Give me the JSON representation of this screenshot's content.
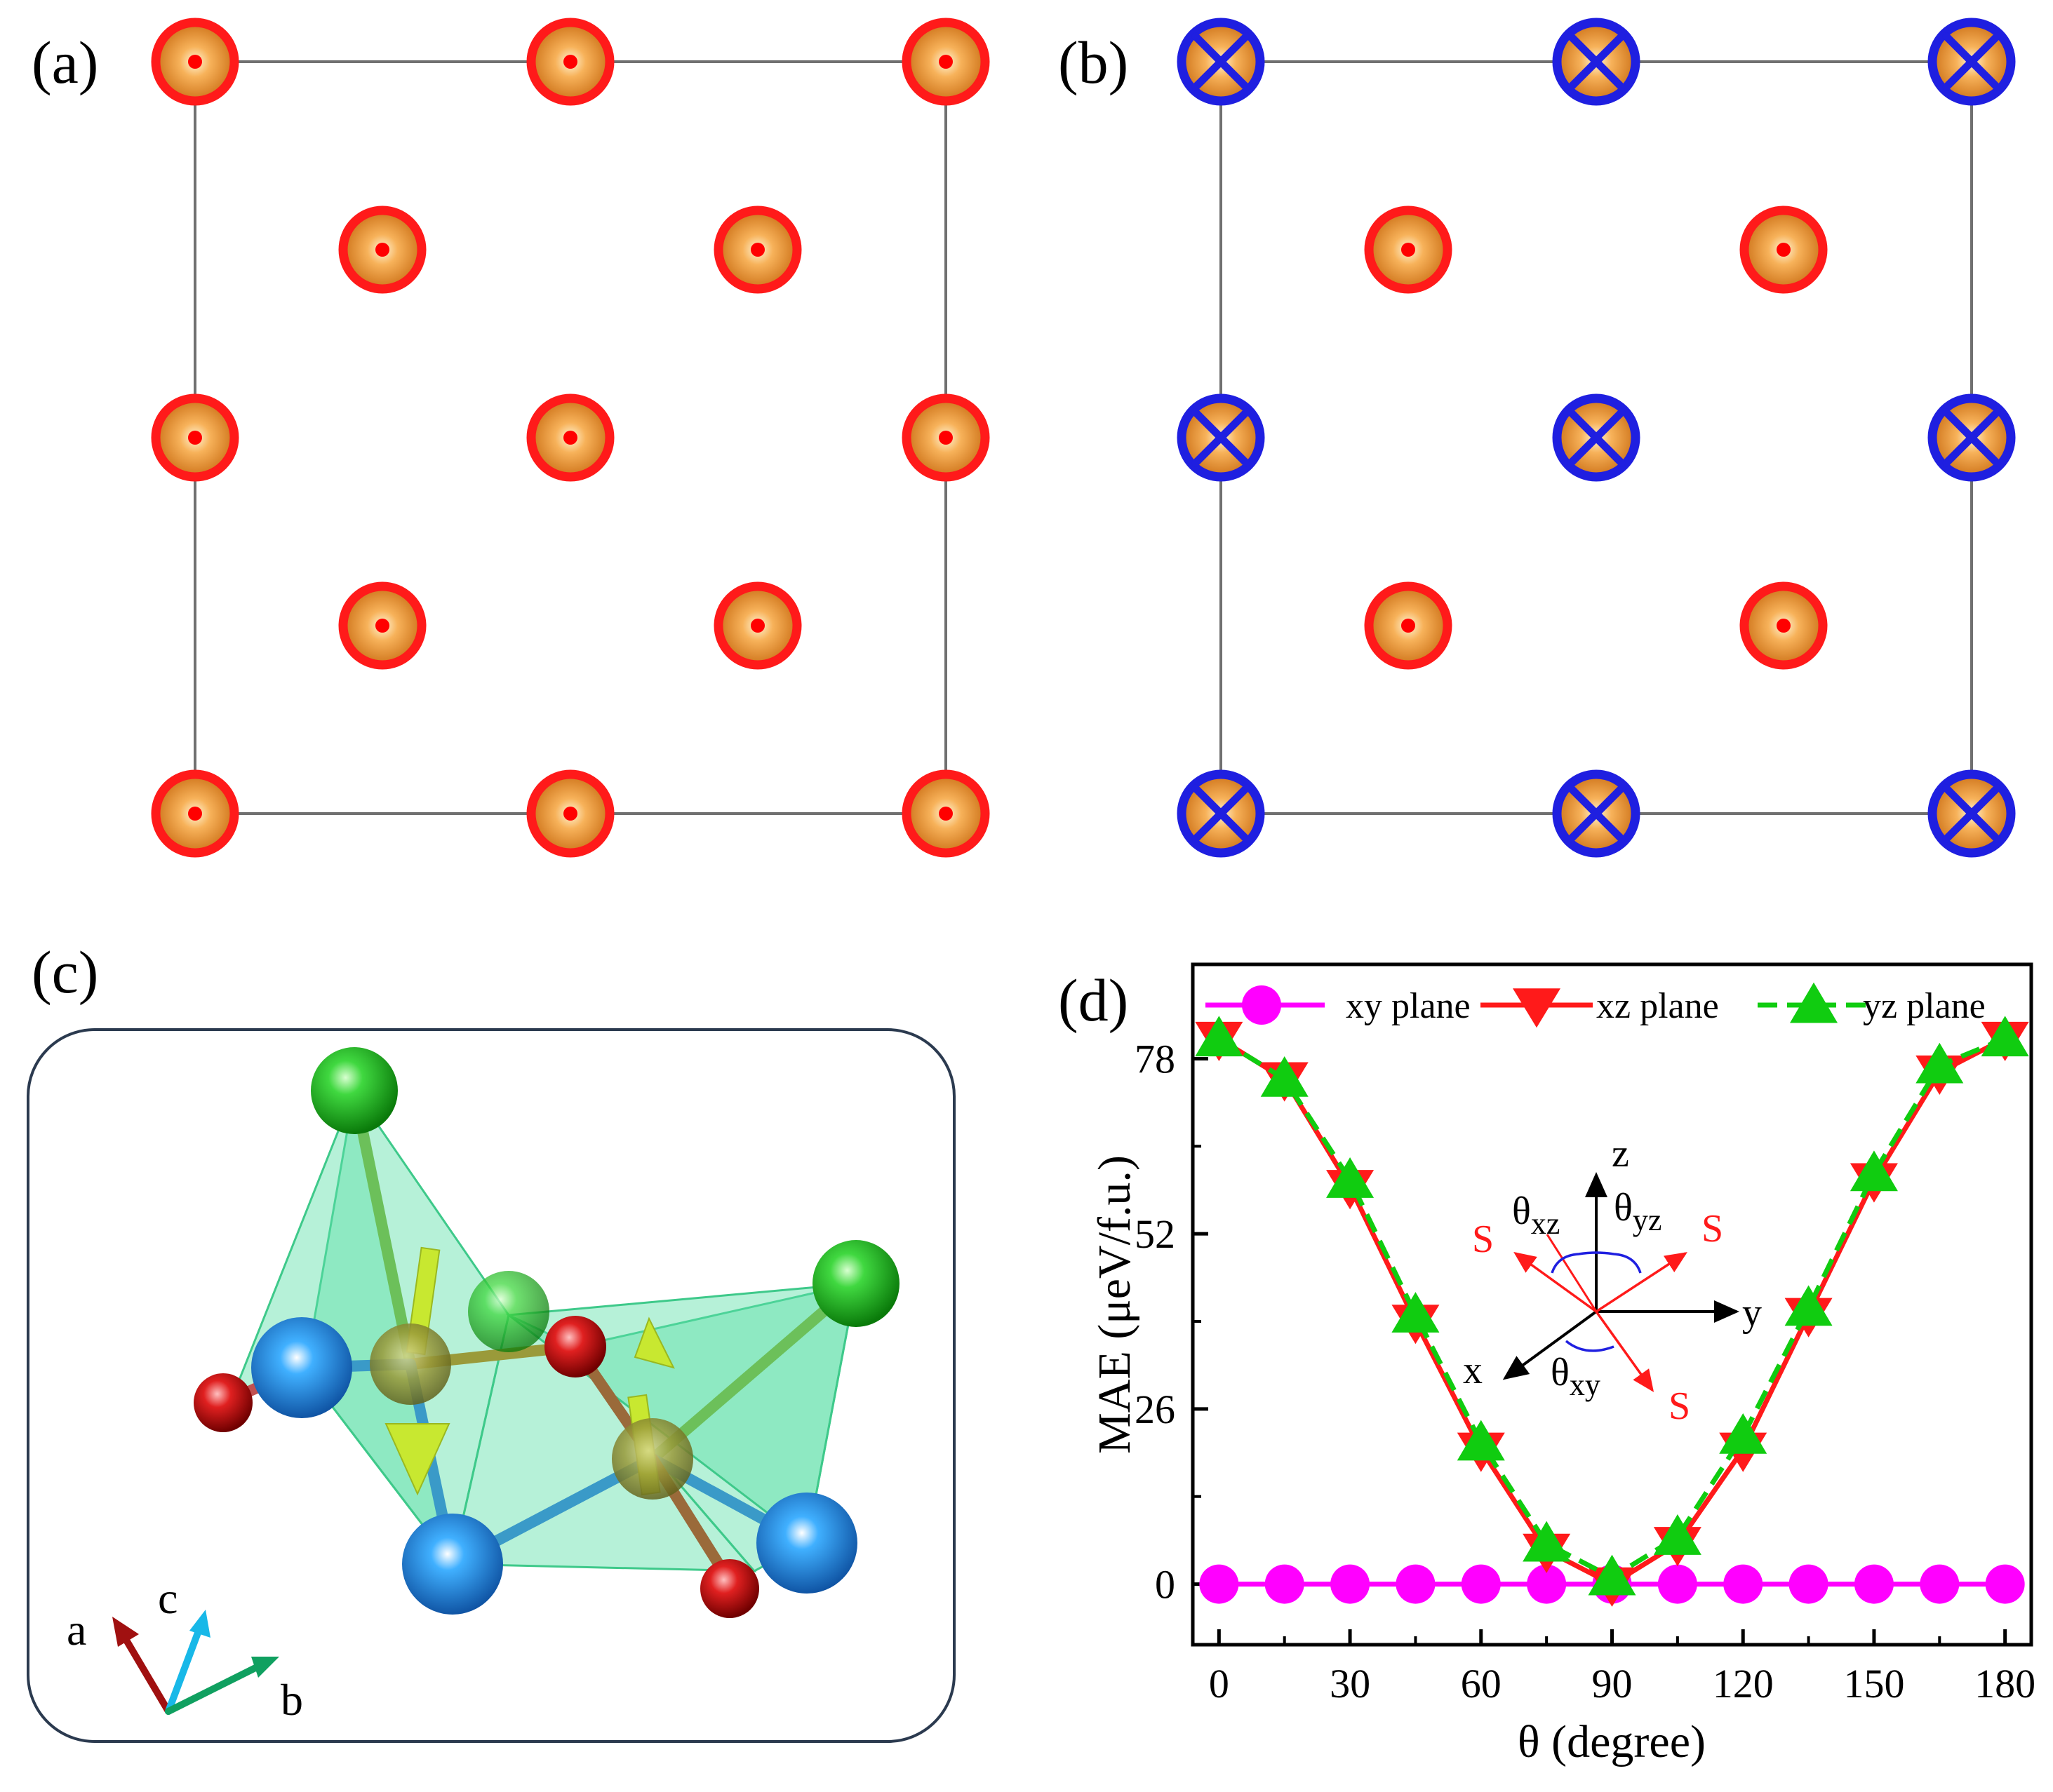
{
  "panels": {
    "a": {
      "label": "(a)"
    },
    "b": {
      "label": "(b)"
    },
    "c": {
      "label": "(c)",
      "axes": {
        "a": "a",
        "b": "b",
        "c": "c"
      }
    },
    "d": {
      "label": "(d)"
    }
  },
  "colors": {
    "atom_fill": "#e8891e",
    "spin_up_ring": "#ff1a1a",
    "spin_down_ring": "#1f1fe0",
    "cell_line": "#707070",
    "xy_series": "#ff00ff",
    "xz_series": "#ff1a1a",
    "yz_series": "#10cc10",
    "polyhedra": "#5de0a8",
    "frame": "#2b3a4f",
    "axis_a": "#a01010",
    "axis_b": "#10a060",
    "axis_c": "#18b8e8"
  },
  "chart_data": {
    "type": "line",
    "xlabel": "θ (degree)",
    "ylabel": "MAE (μeV/f.u.)",
    "xlim": [
      -6,
      186
    ],
    "ylim": [
      -9,
      92
    ],
    "xticks": [
      0,
      30,
      60,
      90,
      120,
      150,
      180
    ],
    "yticks": [
      0,
      26,
      52,
      78
    ],
    "legend_placement": "top",
    "series": [
      {
        "name": "xy plane",
        "marker": "circle",
        "line": "solid",
        "x": [
          0,
          15,
          30,
          45,
          60,
          75,
          90,
          105,
          120,
          135,
          150,
          165,
          180
        ],
        "values": [
          0,
          0,
          0,
          0,
          0,
          0,
          0,
          0,
          0,
          0,
          0,
          0,
          0
        ]
      },
      {
        "name": "xz plane",
        "marker": "triangle-down",
        "line": "solid",
        "x": [
          0,
          15,
          30,
          45,
          60,
          75,
          90,
          105,
          120,
          135,
          150,
          165,
          180
        ],
        "values": [
          81,
          75,
          59,
          39,
          20,
          5,
          0,
          6,
          20,
          40,
          60,
          76,
          81
        ]
      },
      {
        "name": "yz plane",
        "marker": "triangle-up",
        "line": "dashed",
        "x": [
          0,
          15,
          30,
          45,
          60,
          75,
          90,
          105,
          120,
          135,
          150,
          165,
          180
        ],
        "values": [
          81,
          75,
          60,
          40,
          21,
          6,
          1,
          7,
          22,
          41,
          61,
          77,
          81
        ]
      }
    ],
    "inset": {
      "axes": {
        "z": "z",
        "y": "y",
        "x": "x"
      },
      "angles": {
        "xz": "θ",
        "xz_sub": "xz",
        "yz": "θ",
        "yz_sub": "yz",
        "xy": "θ",
        "xy_sub": "xy"
      },
      "spin_label": "S"
    }
  }
}
